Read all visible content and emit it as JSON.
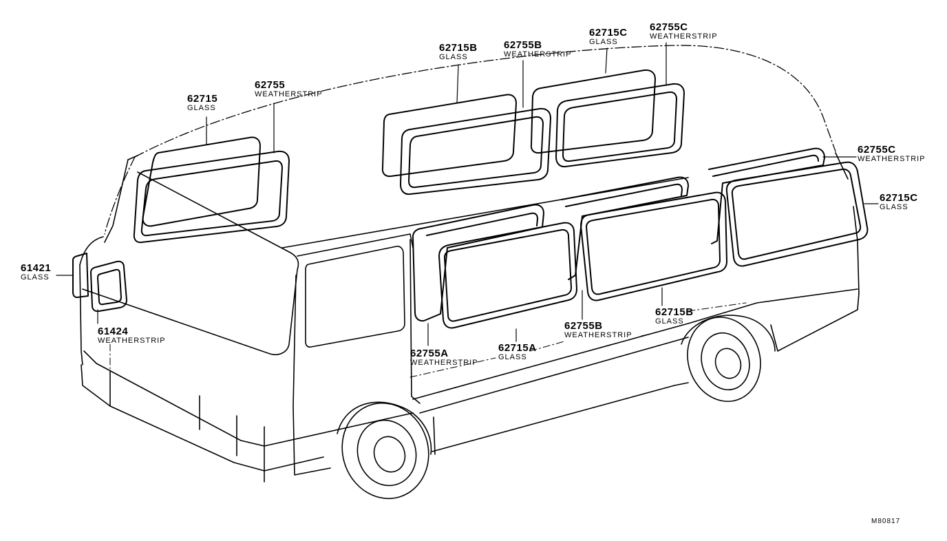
{
  "callouts": [
    {
      "part_no": "62715",
      "desc": "GLASS"
    },
    {
      "part_no": "62755",
      "desc": "WEATHERSTRIP"
    },
    {
      "part_no": "62715B",
      "desc": "GLASS"
    },
    {
      "part_no": "62755B",
      "desc": "WEATHERSTRIP"
    },
    {
      "part_no": "62715C",
      "desc": "GLASS"
    },
    {
      "part_no": "62755C",
      "desc": "WEATHERSTRIP"
    },
    {
      "part_no": "62755C",
      "desc": "WEATHERSTRIP"
    },
    {
      "part_no": "62715C",
      "desc": "GLASS"
    },
    {
      "part_no": "61421",
      "desc": "GLASS"
    },
    {
      "part_no": "61424",
      "desc": "WEATHERSTRIP"
    },
    {
      "part_no": "62755A",
      "desc": "WEATHERSTRIP"
    },
    {
      "part_no": "62715A",
      "desc": "GLASS"
    },
    {
      "part_no": "62755B",
      "desc": "WEATHERSTRIP"
    },
    {
      "part_no": "62715B",
      "desc": "GLASS"
    }
  ],
  "diagram_code": "M80817",
  "line_color": "#000000"
}
